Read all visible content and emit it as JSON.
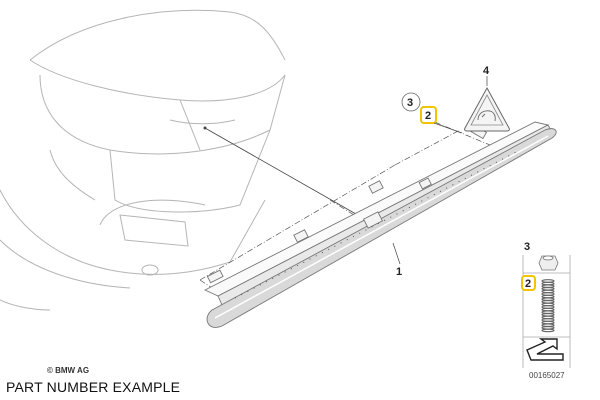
{
  "diagram": {
    "callouts": [
      {
        "number": "1",
        "highlighted": false
      },
      {
        "number": "2",
        "highlighted": true
      },
      {
        "number": "3",
        "highlighted": false
      },
      {
        "number": "4",
        "highlighted": false
      }
    ],
    "detail_panel": {
      "callouts": [
        {
          "number": "3",
          "highlighted": false
        },
        {
          "number": "2",
          "highlighted": true
        }
      ],
      "drawing_number": "00165027"
    },
    "highlight_color": "#f2c400",
    "line_color": "#9a9a9a",
    "icons": [
      "car-rear-outline",
      "third-brake-light",
      "warning-triangle-label",
      "nut",
      "spring",
      "orientation-arrow"
    ]
  },
  "copyright": "© BMW AG",
  "caption": "PART NUMBER EXAMPLE"
}
